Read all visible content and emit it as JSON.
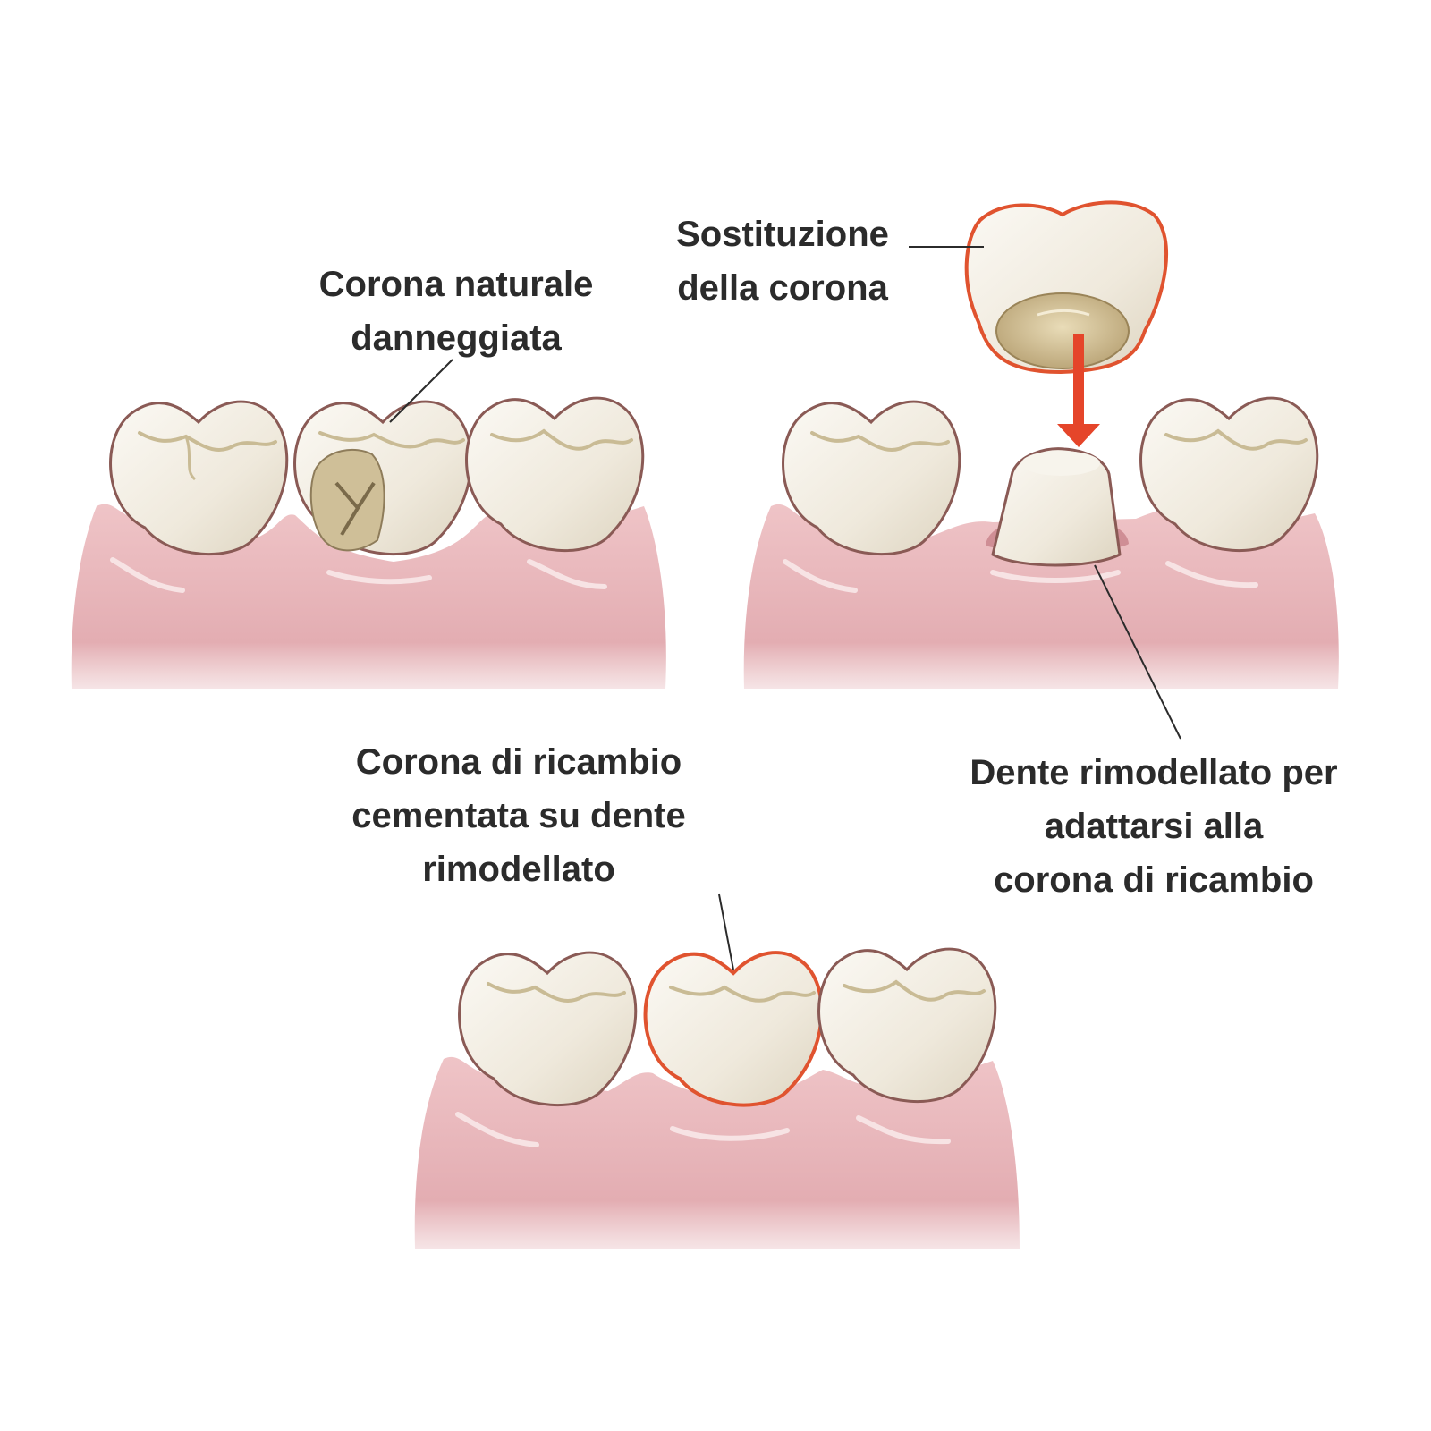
{
  "labels": {
    "damaged": {
      "line1": "Corona naturale",
      "line2": "danneggiata"
    },
    "crown": {
      "line1": "Sostituzione",
      "line2": "della corona"
    },
    "reshaped": {
      "line1": "Dente rimodellato per",
      "line2": "adattarsi alla",
      "line3": "corona di ricambio"
    },
    "cemented": {
      "line1": "Corona di ricambio",
      "line2": "cementata su dente",
      "line3": "rimodellato"
    }
  },
  "colors": {
    "gum": "#e8b9bd",
    "gum_highlight": "#f6dcde",
    "enamel": "#f1ece2",
    "tooth_outline": "#8a5a55",
    "groove": "#c9bb95",
    "crown_outline": "#e0532f",
    "arrow": "#e5452a",
    "leader_line": "#2b2b2b",
    "text": "#2b2b2b"
  }
}
